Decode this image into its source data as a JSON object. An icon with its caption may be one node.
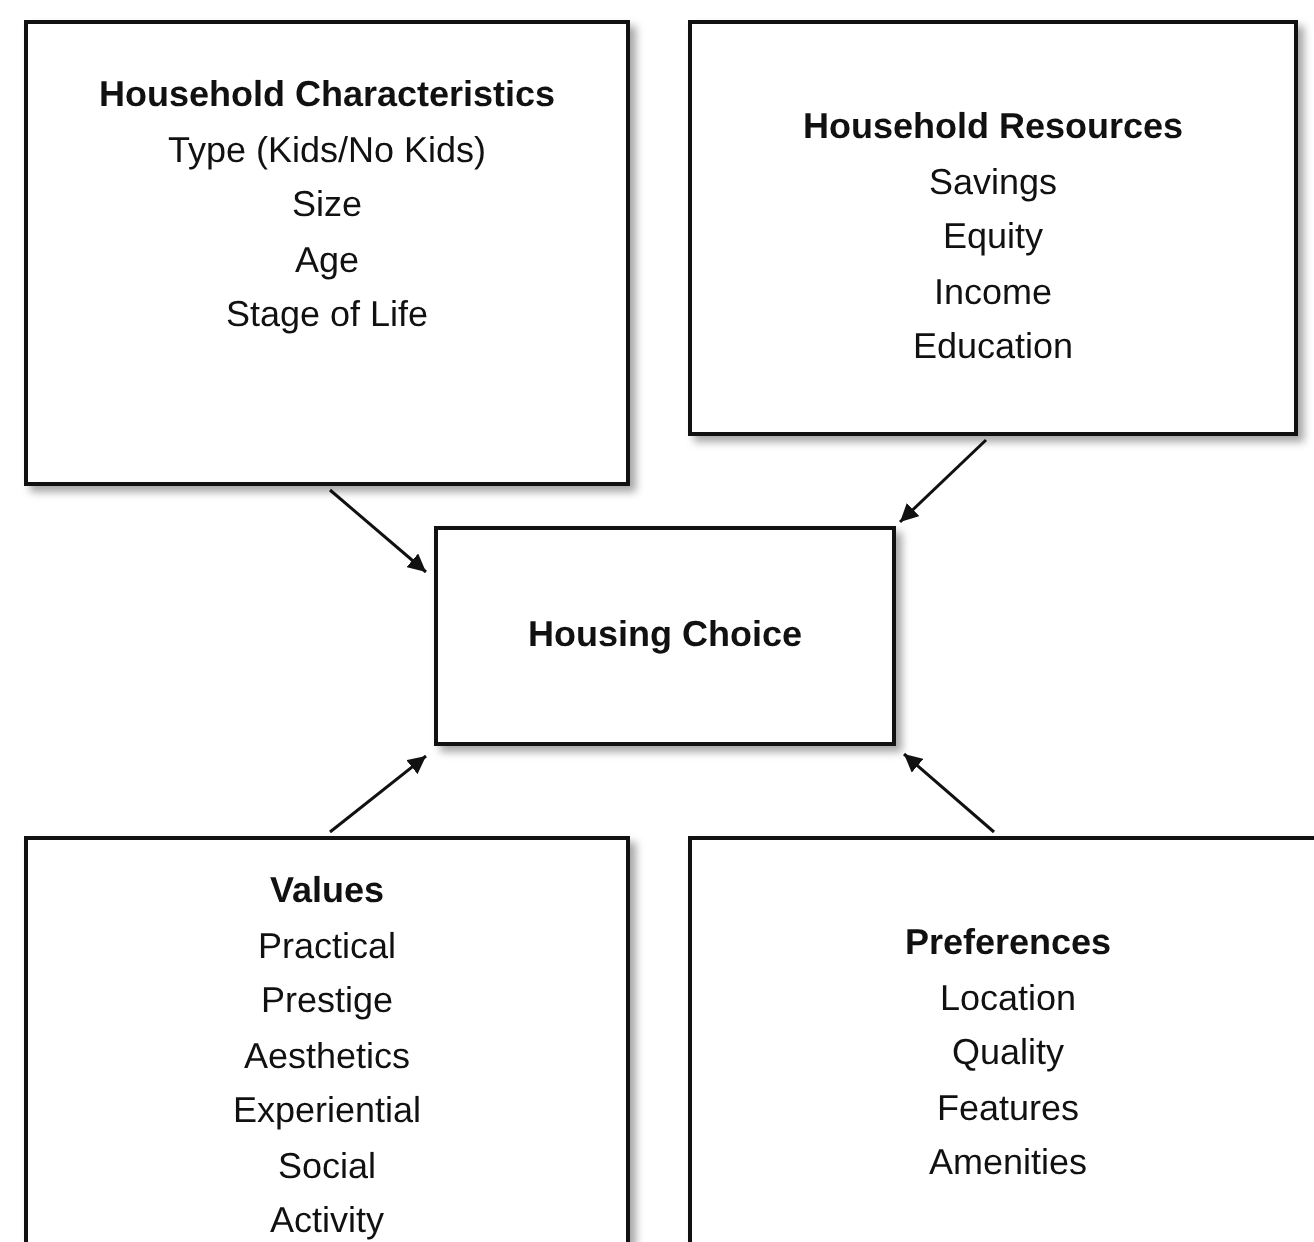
{
  "diagram": {
    "nodes": [
      {
        "text": [
          "Household Characteristics",
          "Type (Kids/No Kids)",
          "Size",
          "Age",
          "Stage of Life"
        ]
      },
      {
        "text": [
          "Household Resources",
          "Savings",
          "Equity",
          "Income",
          "Education"
        ]
      },
      {
        "text": [
          "Housing Choice"
        ]
      },
      {
        "text": [
          "Values",
          "Practical",
          "Prestige",
          "Aesthetics",
          "Experiential",
          "Social",
          "Activity"
        ]
      },
      {
        "text": [
          "Preferences",
          "Location",
          "Quality",
          "Features",
          "Amenities"
        ]
      }
    ],
    "edges": [
      {
        "from": 0,
        "to": 2,
        "arrow": "to"
      },
      {
        "from": 1,
        "to": 2,
        "arrow": "to"
      },
      {
        "from": 3,
        "to": 2,
        "arrow": "to"
      },
      {
        "from": 4,
        "to": 2,
        "arrow": "to"
      }
    ]
  }
}
